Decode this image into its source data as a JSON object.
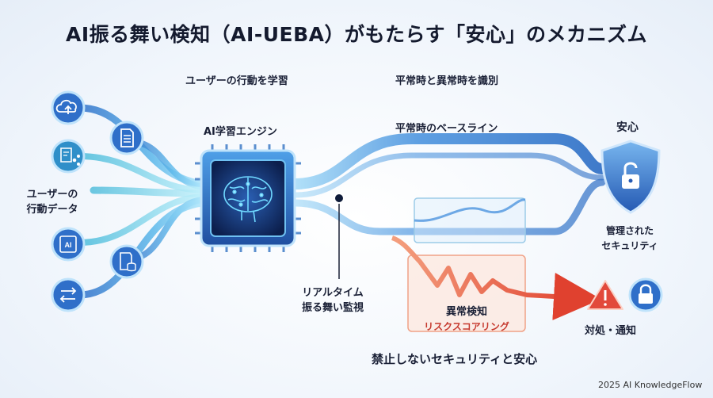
{
  "title": "AI振る舞い検知（AI-UEBA）がもたらす「安心」のメカニズム",
  "labels": {
    "learn_user_behavior": "ユーザーの行動を学習",
    "distinguish": "平常時と異常時を識別",
    "ai_engine": "AI学習エンジン",
    "baseline": "平常時のベースライン",
    "safe": "安心",
    "input_line1": "ユーザーの",
    "input_line2": "行動データ",
    "managed_line1": "管理された",
    "managed_line2": "セキュリティ",
    "realtime_line1": "リアルタイム",
    "realtime_line2": "振る舞い監視",
    "anomaly_title": "異常検知",
    "anomaly_sub": "リスクスコアリング",
    "response": "対処・通知",
    "tagline": "禁止しないセキュリティと安心",
    "footer": "2025 AI KnowledgeFlow",
    "chip_text": "AI"
  },
  "input_icons": [
    "cloud-upload-icon",
    "document-icon",
    "share-document-icon",
    "ai-chip-icon",
    "database-document-icon",
    "transfer-arrows-icon"
  ],
  "colors": {
    "flow_blue": "#3f83d6",
    "flow_light": "#8fd0f3",
    "flow_cyan": "#55d0e8",
    "anomaly_red": "#e2493b",
    "anomaly_box": "#fde9e0",
    "shield": "#3f7fd0",
    "icon_circle": "#2f6fc9"
  }
}
